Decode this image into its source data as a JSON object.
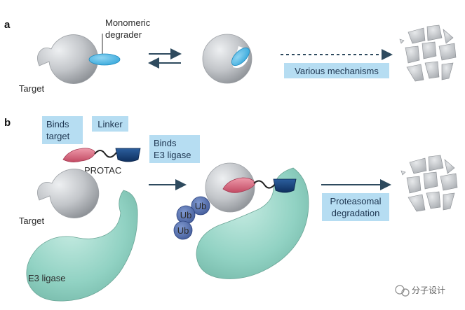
{
  "panel_a": {
    "panel_label": "a",
    "degrader_label_line1": "Monomeric",
    "degrader_label_line2": "degrader",
    "target_label": "Target",
    "mechanisms_label": "Various mechanisms"
  },
  "panel_b": {
    "panel_label": "b",
    "binds_target_line1": "Binds",
    "binds_target_line2": "target",
    "linker_label": "Linker",
    "binds_e3_line1": "Binds",
    "binds_e3_line2": "E3 ligase",
    "protac_label": "PROTAC",
    "target_label": "Target",
    "e3_label": "E3 ligase",
    "ub_label": "Ub",
    "proteasomal_line1": "Proteasomal",
    "proteasomal_line2": "degradation"
  },
  "watermark": {
    "text": "分子设计"
  },
  "colors": {
    "target_grey": "#b8bbbf",
    "degrader_blue": "#3fb3e3",
    "e3_green": "#8ccfc0",
    "protac_pink": "#d9647c",
    "protac_navy": "#143f7a",
    "ub_blue": "#4d6aa8",
    "label_box": "#b6ddf2",
    "arrow": "#2e4a5e"
  }
}
